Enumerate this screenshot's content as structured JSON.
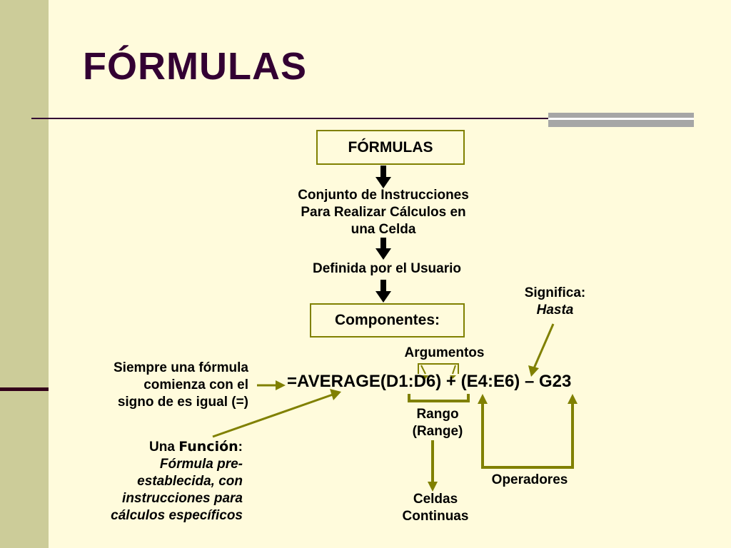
{
  "title": "FÓRMULAS",
  "colors": {
    "sidebar": "#cccc99",
    "title": "#330033",
    "arrow_olive": "#808000",
    "background": "#fffbdc"
  },
  "diagram": {
    "box_formulas": "FÓRMULAS",
    "definition": [
      "Conjunto de Instrucciones",
      "Para Realizar Cálculos en",
      "una Celda"
    ],
    "defined_by": "Definida por el Usuario",
    "box_components": "Componentes:",
    "formula_text": "=AVERAGE(D1:D6) + (E4:E6) – G23",
    "arguments_label": "Argumentos",
    "means_label": "Significa:",
    "means_value": "Hasta",
    "equals_note": [
      "Siempre una fórmula",
      "comienza con el",
      "signo de es igual (=)"
    ],
    "function_prefix": "Una ",
    "function_word": "Función",
    "function_colon": ":",
    "function_desc": [
      "Fórmula pre-",
      "establecida, con",
      "instrucciones para",
      "cálculos específicos"
    ],
    "range_label": [
      "Rango",
      "(Range)"
    ],
    "contiguous_label": [
      "Celdas",
      "Continuas"
    ],
    "operators_label": "Operadores"
  }
}
